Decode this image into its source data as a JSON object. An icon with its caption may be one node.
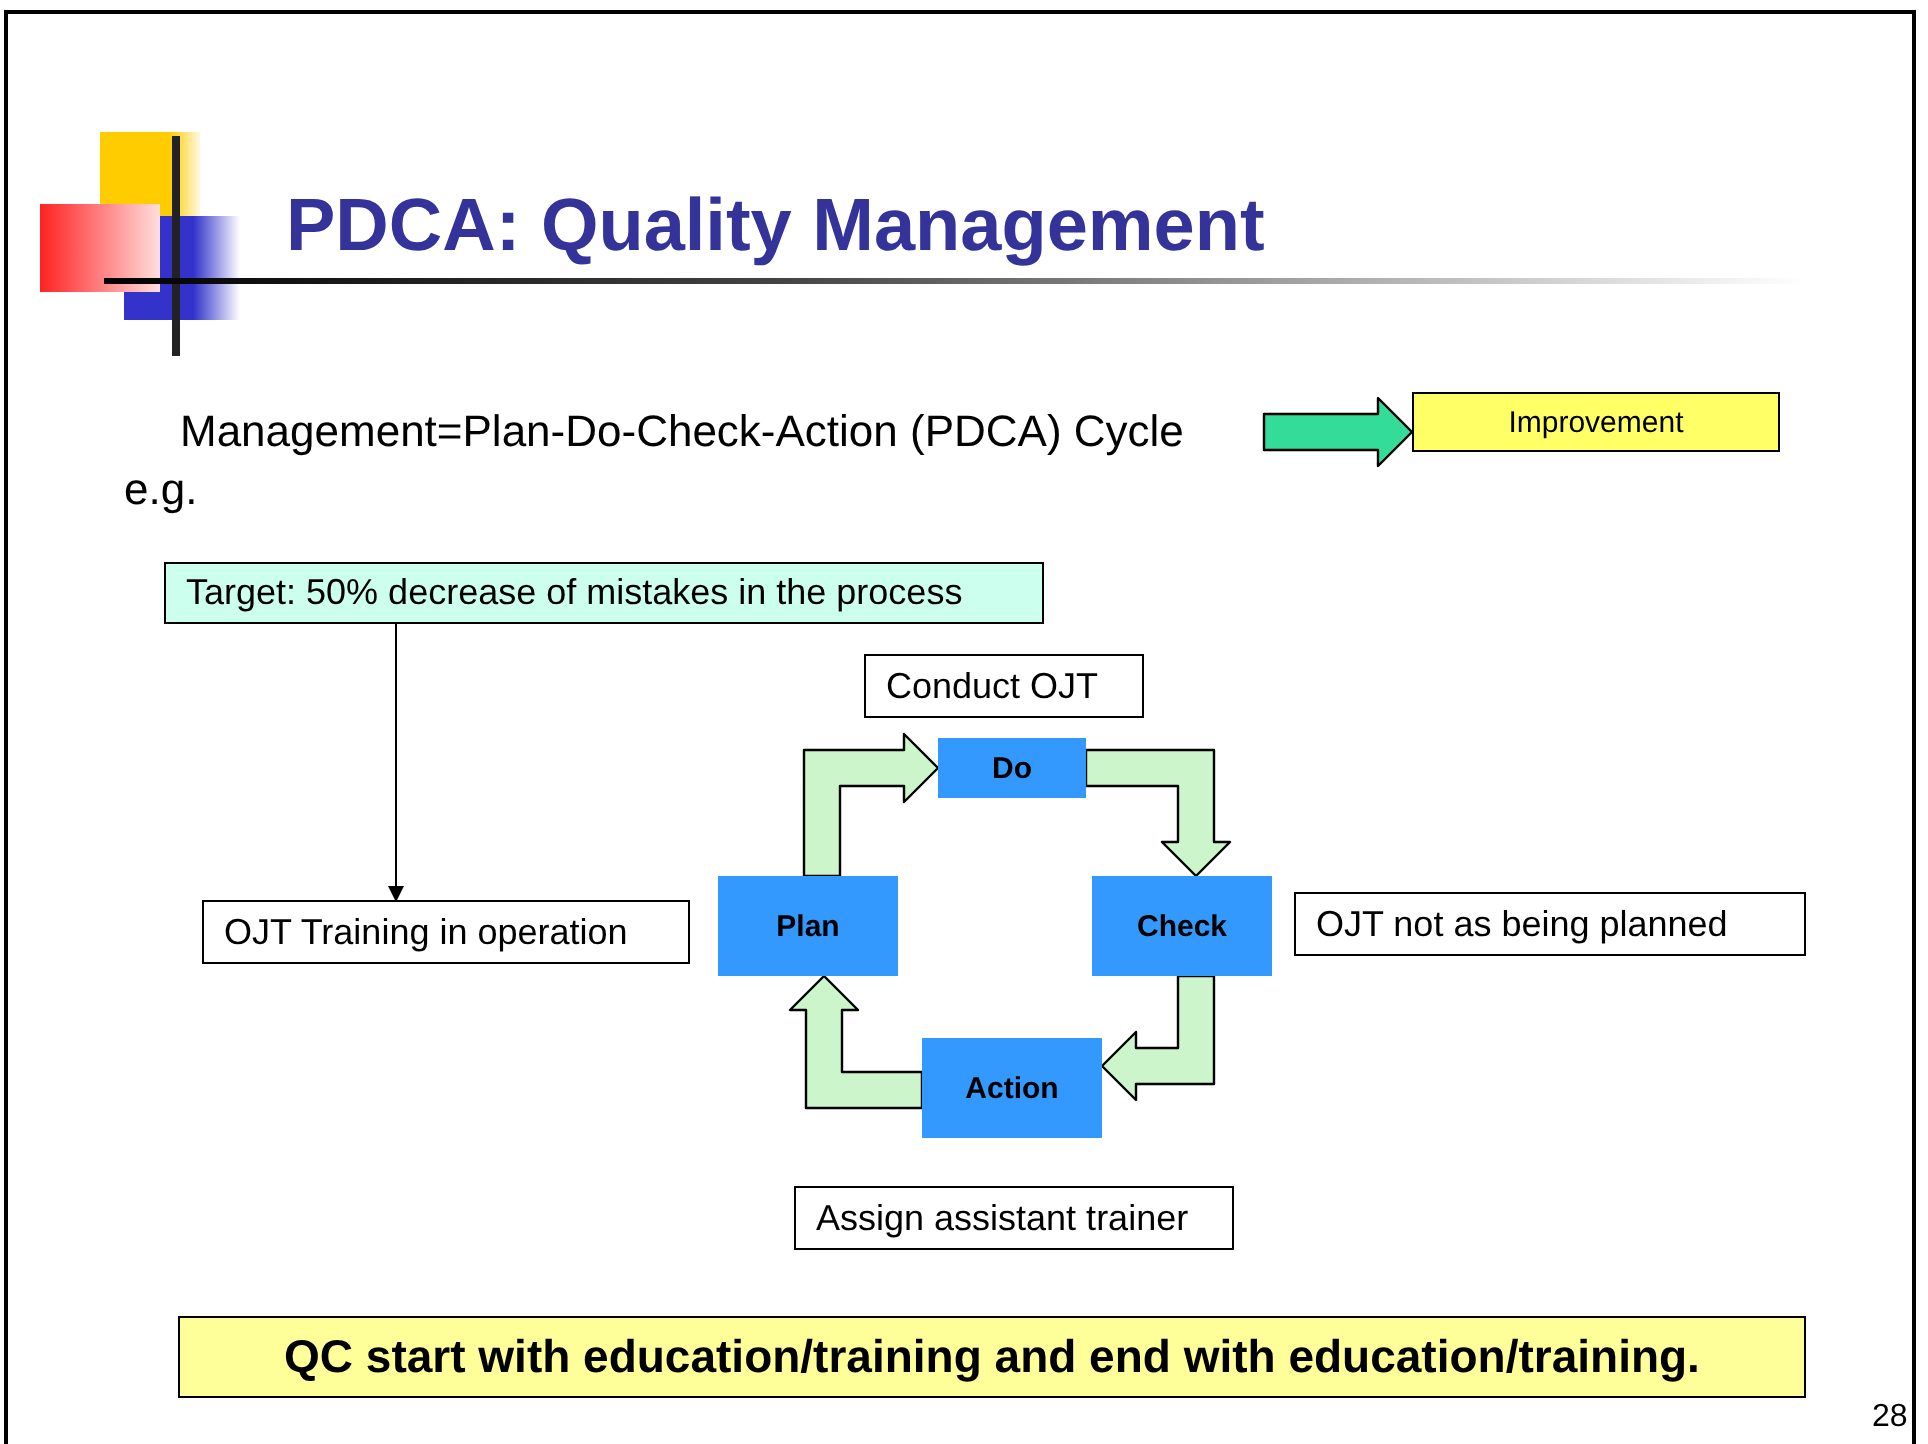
{
  "diagram": {
    "title": "PDCA: Quality Management",
    "nodes": [
      {
        "text": [
          "Management=Plan-Do-Check-Action (PDCA) Cycle"
        ]
      },
      {
        "text": [
          "Improvement"
        ]
      },
      {
        "text": [
          "Target: 50% decrease of mistakes in the process"
        ]
      },
      {
        "text": [
          "Conduct OJT"
        ]
      },
      {
        "text": [
          "Do"
        ]
      },
      {
        "text": [
          "OJT Training in operation"
        ]
      },
      {
        "text": [
          "Plan"
        ]
      },
      {
        "text": [
          "Check"
        ]
      },
      {
        "text": [
          "OJT not as being planned"
        ]
      },
      {
        "text": [
          "Action"
        ]
      },
      {
        "text": [
          "Assign assistant trainer"
        ]
      },
      {
        "text": [
          "QC start with education/training and end with education/training."
        ]
      }
    ],
    "edges": [
      {
        "from": 0,
        "to": 1,
        "arrow": "to",
        "style": "thick",
        "color": "#33dd99"
      },
      {
        "from": 2,
        "to": 5,
        "arrow": "to"
      },
      {
        "from": 6,
        "to": 4,
        "arrow": "to",
        "style": "thick"
      },
      {
        "from": 4,
        "to": 7,
        "arrow": "to",
        "style": "thick"
      },
      {
        "from": 7,
        "to": 9,
        "arrow": "to",
        "style": "thick"
      },
      {
        "from": 9,
        "to": 6,
        "arrow": "to",
        "style": "thick"
      }
    ],
    "labels": [
      "e.g.",
      "28"
    ]
  }
}
